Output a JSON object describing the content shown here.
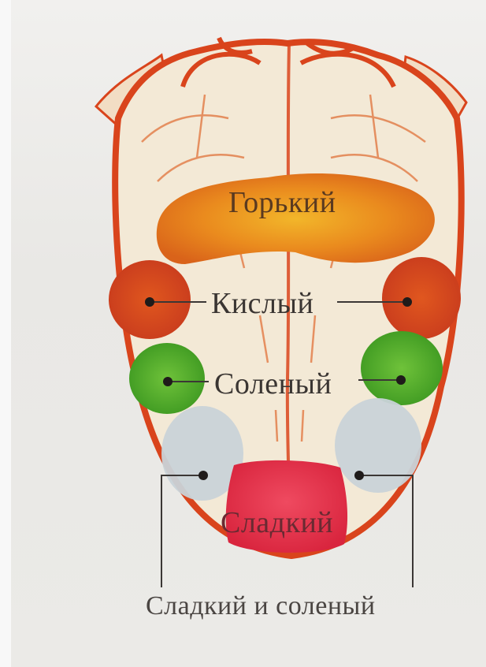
{
  "labels": {
    "bitter": "Горький",
    "sour": "Кислый",
    "salty": "Соленый",
    "sweet": "Сладкий",
    "sweet_and_salty": "Сладкий и соленый"
  },
  "colors": {
    "tongue_fill": "#f3e9d6",
    "tongue_outline": "#d9441c",
    "bitter_zone": "#e28a1f",
    "sour_zone": "#d84a22",
    "salty_zone": "#5aae2a",
    "sweet_and_salty_zone": "#c9d3d8",
    "sweet_zone": "#e2354c"
  }
}
